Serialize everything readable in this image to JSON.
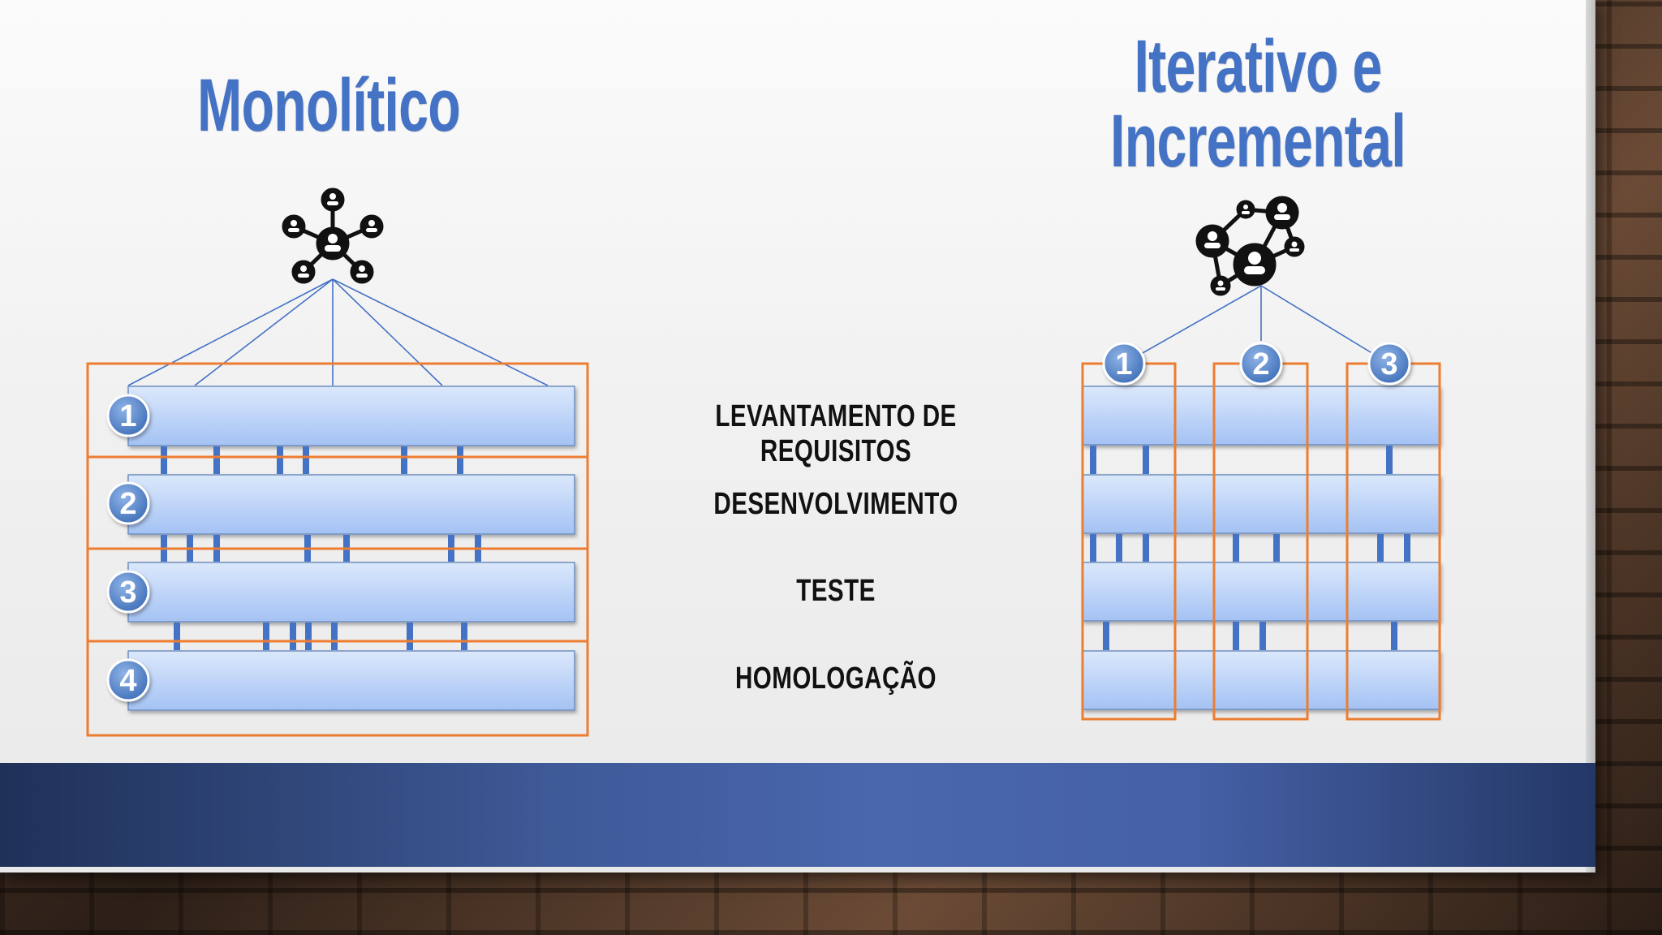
{
  "left": {
    "title": "Monolítico",
    "phase_numbers": [
      "1",
      "2",
      "3",
      "4"
    ]
  },
  "right": {
    "title_line1": "Iterativo e",
    "title_line2": "Incremental",
    "increment_numbers": [
      "1",
      "2",
      "3"
    ]
  },
  "phases": [
    "LEVANTAMENTO DE REQUISITOS",
    "DESENVOLVIMENTO",
    "TESTE",
    "HOMOLOGAÇÃO"
  ],
  "colors": {
    "title": "#4472c4",
    "box_outline": "#ed7d31",
    "bar_fill": "#a9c7f7",
    "connector": "#4472c4",
    "band": "#4a66ad"
  },
  "icons": {
    "left_network": "people-network-icon",
    "right_network": "people-network-icon"
  }
}
